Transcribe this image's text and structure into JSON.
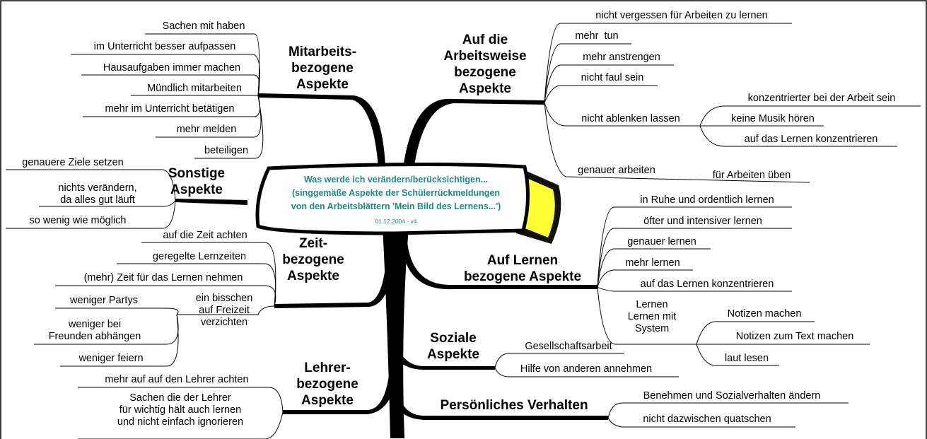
{
  "center": {
    "title": "Was werde ich verändern/berücksichtigen...\n(singgemäße Aspekte der Schülerrückmeldungen\nvon den Arbeitsblättern 'Mein Bild des Lernens...')",
    "date": "01.12.2004 - v4",
    "box_color": "#ffff33",
    "text_color": "#1a8a8a"
  },
  "branches": {
    "mitarbeit": {
      "title": "Mitarbeits-\nbezogene\nAspekte",
      "items": [
        "Sachen mit haben",
        "im Unterricht besser aufpassen",
        "Hausaufgaben immer machen",
        "Mündlich mitarbeiten",
        "mehr im Unterricht betätigen",
        "mehr melden",
        "beteiligen"
      ]
    },
    "sonstige": {
      "title": "Sonstige\nAspekte",
      "items": [
        "genauere Ziele setzen",
        "nichts verändern,\nda alles gut läuft",
        "so wenig wie möglich"
      ]
    },
    "zeit": {
      "title": "Zeit-\nbezogene\nAspekte",
      "items": [
        "auf die Zeit achten",
        "geregelte Lernzeiten",
        "(mehr) Zeit für das Lernen nehmen"
      ],
      "sub": {
        "label": "ein bisschen\nauf Freizeit\nverzichten",
        "items": [
          "weniger Partys",
          "weniger bei\nFreunden abhängen",
          "weniger feiern"
        ]
      }
    },
    "lehrer": {
      "title": "Lehrer-\nbezogene\nAspekte",
      "items": [
        "mehr auf auf den Lehrer achten",
        "Sachen die der Lehrer\nfür wichtig hält auch lernen\nund nicht einfach ignorieren"
      ]
    },
    "arbeitsweise": {
      "title": "Auf die\nArbeitsweise\nbezogene\nAspekte",
      "items": [
        "nicht vergessen für Arbeiten zu lernen",
        "mehr  tun",
        "mehr anstrengen",
        "nicht faul sein"
      ],
      "sub1": {
        "label": "nicht ablenken lassen",
        "items": [
          "konzentrierter bei der Arbeit sein",
          "keine Musik hören",
          "auf das Lernen konzentrieren"
        ]
      },
      "sub2": {
        "label": "genauer arbeiten",
        "items": [
          "für Arbeiten üben"
        ]
      }
    },
    "lernen": {
      "title": "Auf Lernen\nbezogene Aspekte",
      "items": [
        "in Ruhe und ordentlich lernen",
        "öfter und intensiver lernen",
        "genauer lernen",
        "mehr lernen",
        "auf das Lernen konzentrieren"
      ],
      "sub": {
        "label": "Lernen\nLernen mit\nSystem",
        "items": [
          "Notizen machen",
          "Notizen zum Text machen",
          "laut lesen"
        ]
      }
    },
    "soziale": {
      "title": "Soziale\nAspekte",
      "items": [
        "Gesellschaftsarbeit",
        "Hilfe von anderen annehmen"
      ]
    },
    "verhalten": {
      "title": "Persönliches Verhalten",
      "items": [
        "Benehmen und Sozialverhalten ändern",
        "nicht dazwischen quatschen"
      ]
    }
  }
}
